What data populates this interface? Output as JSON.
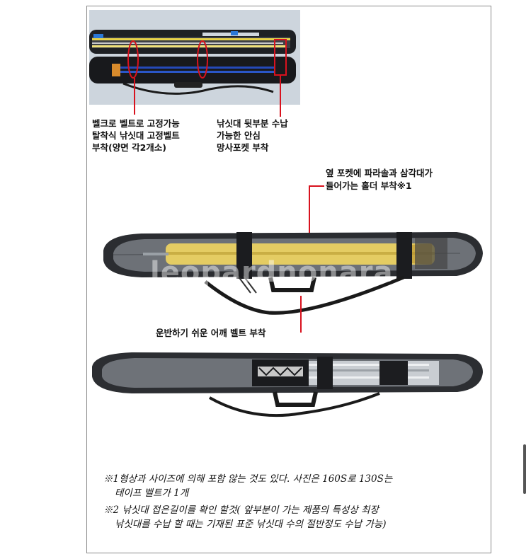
{
  "callouts": {
    "velcro_belt": [
      "벨크로 벨트로 고정가능",
      "탈착식 낚싯대 고정벨트",
      "부착(양면 각2개소)"
    ],
    "mesh_pocket": [
      "낚싯대 뒷부분 수납",
      "가능한 안심",
      "망사포켓 부착"
    ],
    "side_pocket": [
      "옆 포켓에 파라솔과 삼각대가",
      "들어가는 홀더 부착※1"
    ],
    "shoulder_belt": "운반하기 쉬운 어깨 벨트 부착"
  },
  "watermark": "leopardnonara",
  "notes": [
    "※1형상과 사이즈에 의해 포함 않는 것도 있다. 사진은 160S로 130S는",
    "테이프 벨트가 1개",
    "※2 낚싯대 접은길이를 확인 할것( 앞부분이 가는 제품의 특성상 최장",
    "낚싯대를 수납 할 때는 기재된 표준 낚싯대 수의 절반정도 수납 가능)"
  ],
  "colors": {
    "accent_red": "#d8121e",
    "case_dark": "#2a2c30",
    "case_gray": "#6b6f75"
  }
}
